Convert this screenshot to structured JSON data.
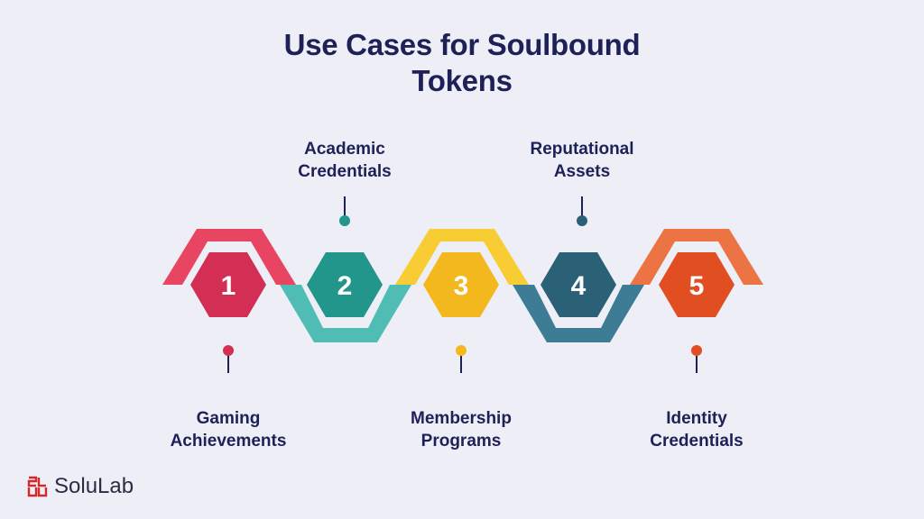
{
  "title_line1": "Use Cases for Soulbound",
  "title_line2": "Tokens",
  "steps": [
    {
      "number": "1",
      "label_line1": "Gaming",
      "label_line2": "Achievements",
      "color": "#D32F54",
      "band": "#E84563"
    },
    {
      "number": "2",
      "label_line1": "Academic",
      "label_line2": "Credentials",
      "color": "#23968C",
      "band": "#4FBDB4"
    },
    {
      "number": "3",
      "label_line1": "Membership",
      "label_line2": "Programs",
      "color": "#F2B81E",
      "band": "#F7CD33"
    },
    {
      "number": "4",
      "label_line1": "Reputational",
      "label_line2": "Assets",
      "color": "#2A6176",
      "band": "#3D7C94"
    },
    {
      "number": "5",
      "label_line1": "Identity",
      "label_line2": "Credentials",
      "color": "#E04E22",
      "band": "#EC7344"
    }
  ],
  "logo": {
    "text": "SoluLab",
    "color": "#D62828"
  }
}
